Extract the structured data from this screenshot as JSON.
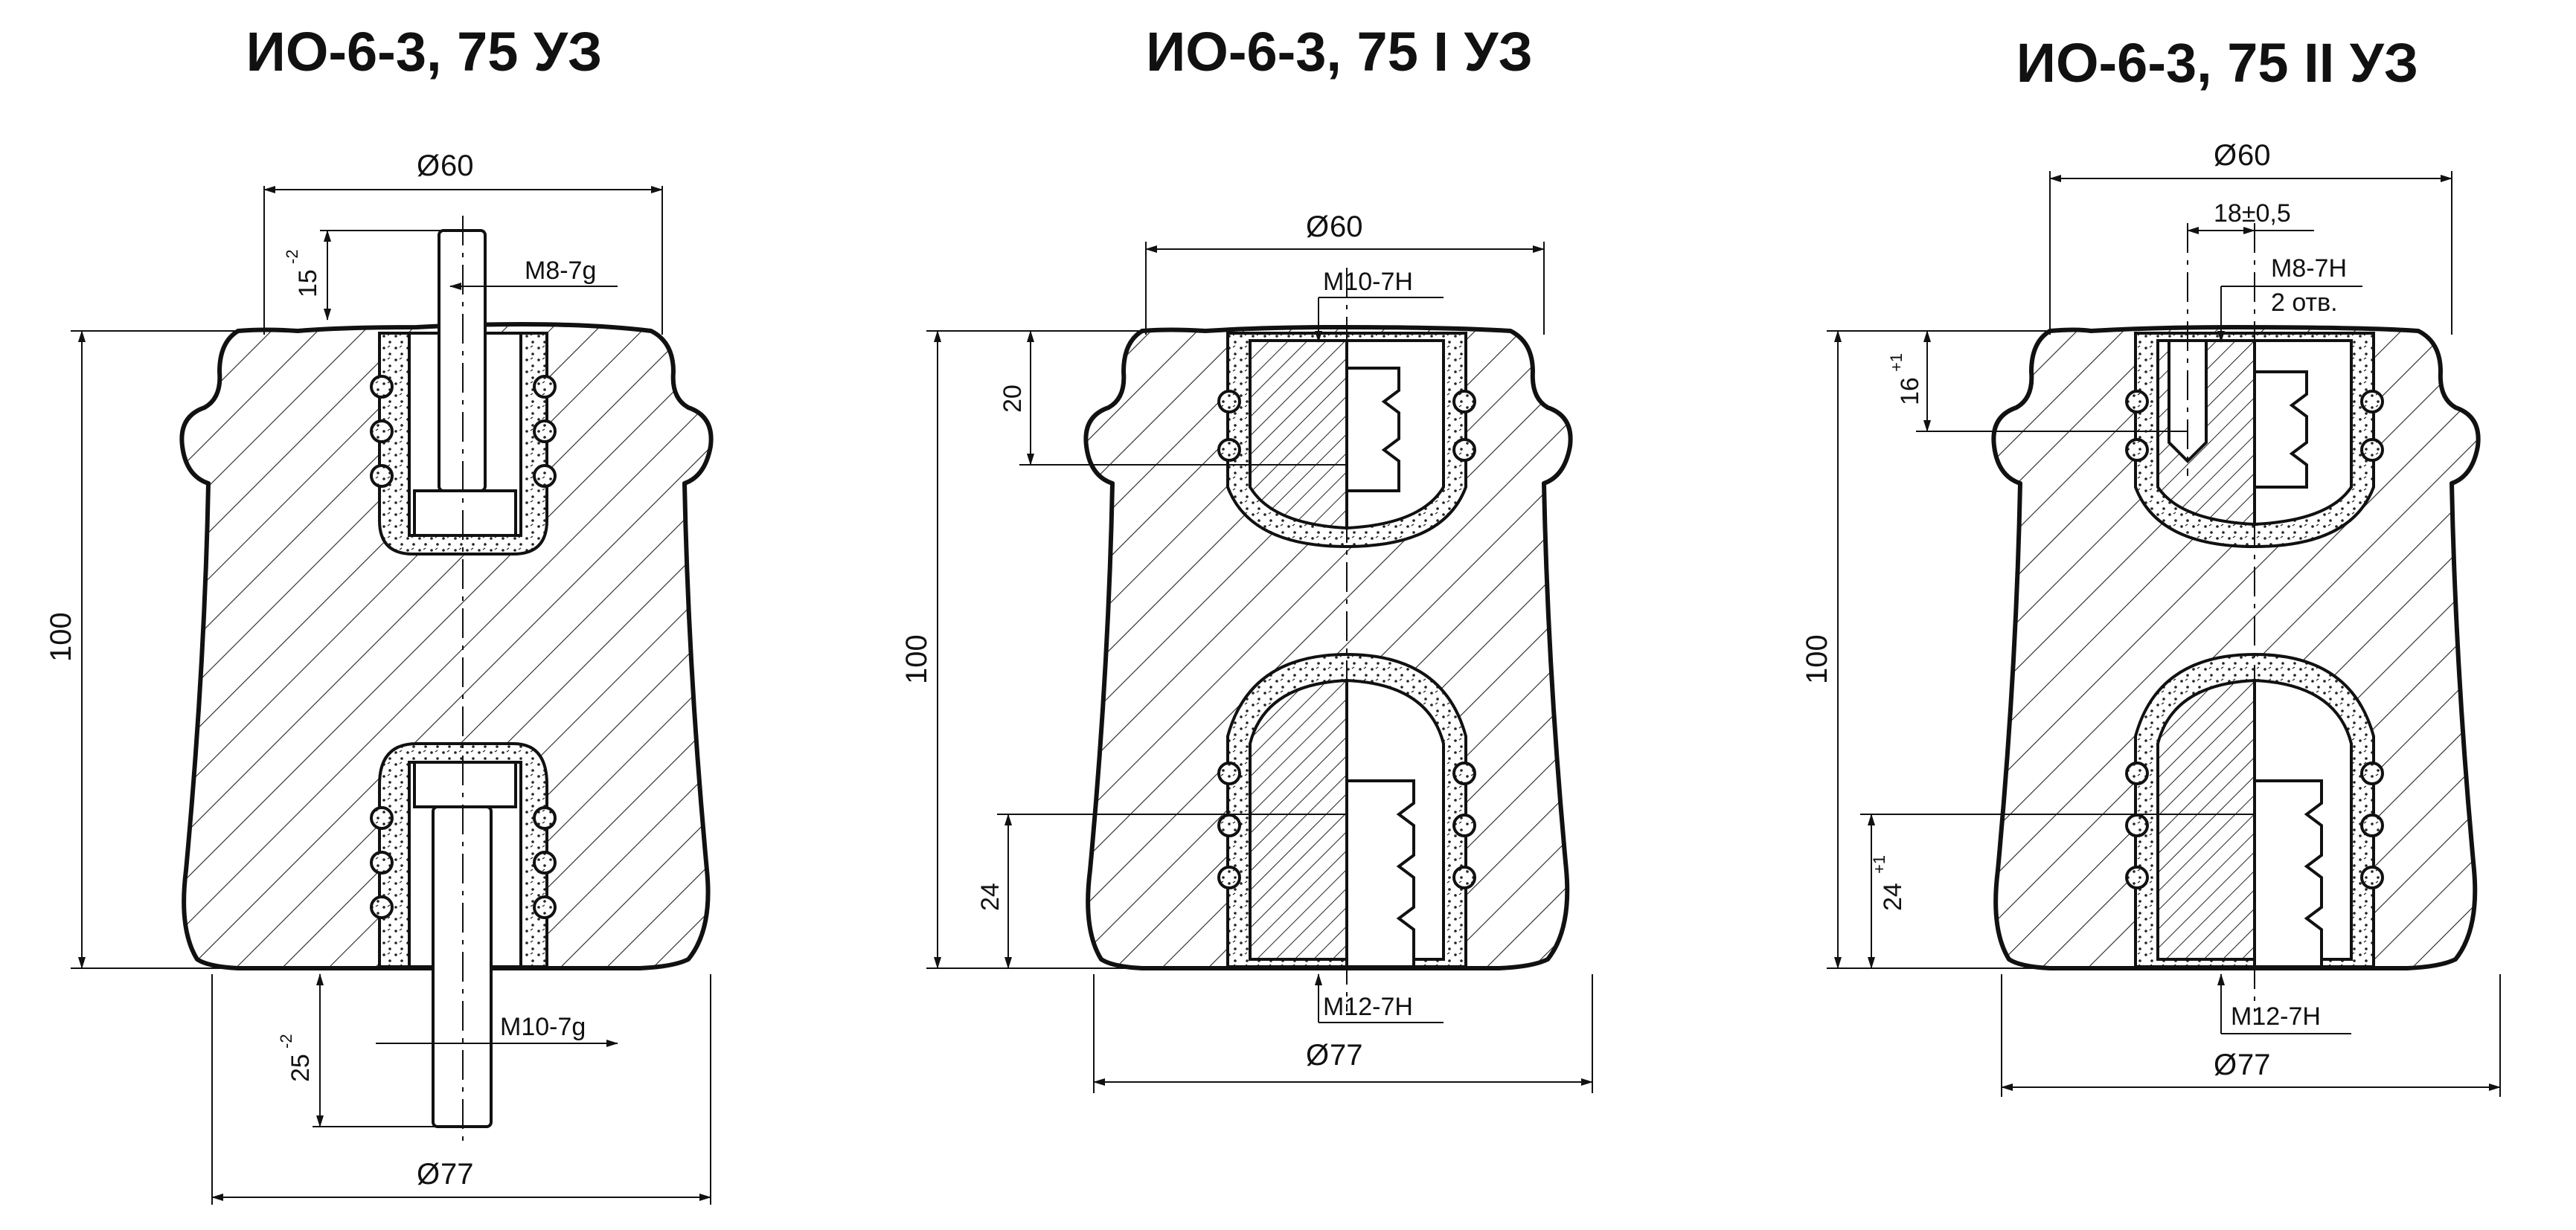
{
  "views": [
    {
      "title": "ИО-6-3, 75 УЗ",
      "dia_top": "60",
      "dia_bottom": "77",
      "height": "100",
      "top_dim": "15",
      "top_dim_tol": "-2",
      "bottom_dim": "25",
      "bottom_dim_tol": "-2",
      "top_thread": "М8-7g",
      "bottom_thread": "М10-7g"
    },
    {
      "title": "ИО-6-3, 75 I УЗ",
      "dia_top": "60",
      "dia_bottom": "77",
      "height": "100",
      "top_dim": "20",
      "bottom_dim": "24",
      "top_thread": "М10-7Н",
      "bottom_thread": "М12-7Н"
    },
    {
      "title": "ИО-6-3, 75 II УЗ",
      "dia_top": "60",
      "dia_bottom": "77",
      "height": "100",
      "top_dim": "16",
      "top_dim_tol": "+1",
      "bottom_dim": "24",
      "bottom_dim_tol": "+1",
      "hole_spacing": "18±0,5",
      "top_thread": "М8-7Н",
      "top_thread_note": "2 отв.",
      "bottom_thread": "М12-7Н"
    }
  ],
  "symbols": {
    "diameter": "Ø"
  }
}
